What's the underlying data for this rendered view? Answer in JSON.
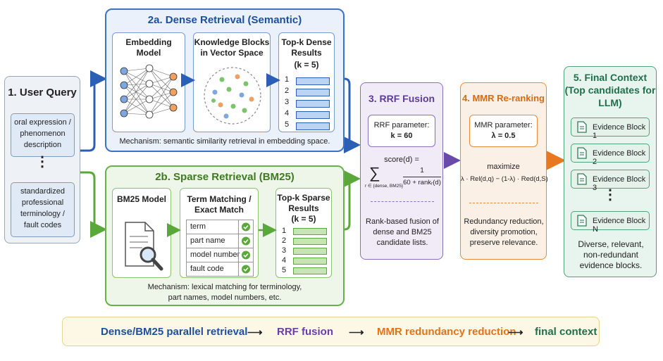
{
  "user_query": {
    "title": "1. User Query",
    "oral_query": "oral expression / phenomenon description",
    "dots": "⋮",
    "standard_query": "standardized professional terminology / fault codes"
  },
  "dense": {
    "title": "2a. Dense Retrieval (Semantic)",
    "embedding_title": "Embedding Model",
    "knowledge_title": "Knowledge Blocks in Vector Space",
    "topk_title": "Top-k Dense Results",
    "topk_k": "(k = 5)",
    "ranks": [
      "1",
      "2",
      "3",
      "4",
      "5"
    ],
    "mechanism": "Mechanism: semantic similarity retrieval in embedding space."
  },
  "sparse": {
    "title": "2b. Sparse Retrieval (BM25)",
    "bm25_title": "BM25 Model",
    "term_title": "Term Matching / Exact Match",
    "terms": [
      "term",
      "part name",
      "model number",
      "fault code"
    ],
    "topk_title": "Top-k Sparse Results",
    "topk_k": "(k = 5)",
    "ranks": [
      "1",
      "2",
      "3",
      "4",
      "5"
    ],
    "mechanism_1": "Mechanism: lexical matching for terminology,",
    "mechanism_2": "part names, model numbers, etc."
  },
  "rrf": {
    "title": "3. RRF Fusion",
    "param_label": "RRF parameter:",
    "param_value": "k = 60",
    "score_label": "score(d) =",
    "sum_symbol": "∑",
    "sum_sub": "r ∈ {dense, BM25}",
    "frac_num": "1",
    "frac_den": "60 + rankᵣ(d)",
    "desc": "Rank-based fusion of dense and BM25 candidate lists."
  },
  "mmr": {
    "title": "4. MMR Re-ranking",
    "param_label": "MMR parameter:",
    "param_value": "λ = 0.5",
    "maximize": "maximize",
    "formula": "λ · Rel(d,q) − (1-λ) · Red(d,S)",
    "desc": "Redundancy reduction, diversity promotion, preserve relevance."
  },
  "final": {
    "title": "5. Final Context (Top candidates for LLM)",
    "blocks": [
      "Evidence Block 1",
      "Evidence Block 2",
      "Evidence Block 3",
      "Evidence Block N"
    ],
    "dots": "⋮",
    "desc": "Diverse, relevant, non-redundant evidence blocks."
  },
  "banner": {
    "step1": "Dense/BM25 parallel retrieval",
    "arrow": "⟶",
    "step2": "RRF fusion",
    "step3": "MMR redundancy reduction",
    "step4": "final context"
  },
  "colors": {
    "dense": "#3a73c8",
    "sparse": "#6ab04c",
    "rrf": "#8a6fbf",
    "mmr": "#e88b3a",
    "final": "#4fa27c"
  }
}
